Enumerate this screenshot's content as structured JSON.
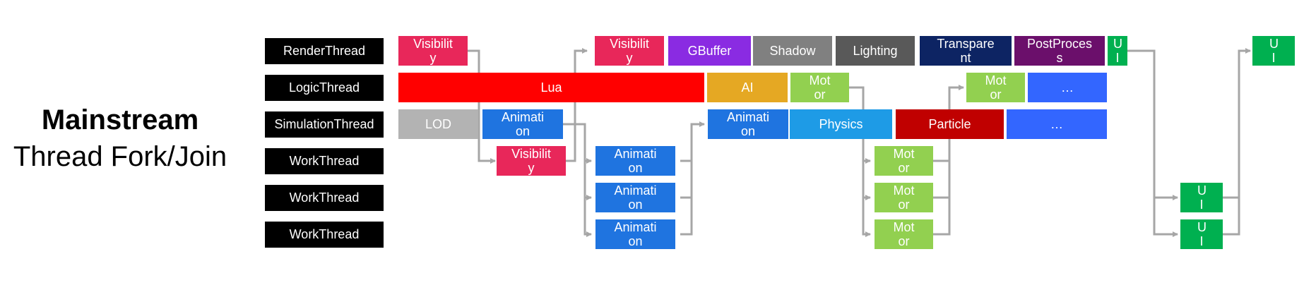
{
  "title": {
    "line1": "Mainstream",
    "line2": "Thread Fork/Join"
  },
  "threads": [
    {
      "id": "render",
      "label": "RenderThread"
    },
    {
      "id": "logic",
      "label": "LogicThread"
    },
    {
      "id": "simulation",
      "label": "SimulationThread"
    },
    {
      "id": "work1",
      "label": "WorkThread"
    },
    {
      "id": "work2",
      "label": "WorkThread"
    },
    {
      "id": "work3",
      "label": "WorkThread"
    }
  ],
  "tasks": {
    "render_visibility": "Visibility",
    "render_visibility2": "Visibility",
    "gbuffer": "GBuffer",
    "shadow": "Shadow",
    "lighting": "Lighting",
    "transparent": "Transparent",
    "postprocess": "PostProcess",
    "render_ui1": "UI",
    "render_ui2": "UI",
    "lua": "Lua",
    "ai": "AI",
    "logic_motor1": "Motor",
    "logic_motor2": "Motor",
    "logic_more": "…",
    "lod": "LOD",
    "sim_animation1": "Animation",
    "sim_animation2": "Animation",
    "physics": "Physics",
    "particle": "Particle",
    "sim_more": "…",
    "work_visibility": "Visibility",
    "work1_animation": "Animation",
    "work2_animation": "Animation",
    "work3_animation": "Animation",
    "work1_motor": "Motor",
    "work2_motor": "Motor",
    "work3_motor": "Motor",
    "work2_ui": "UI",
    "work3_ui": "UI"
  },
  "colors": {
    "visibility": "#e8275a",
    "gbuffer": "#8a2be2",
    "shadow": "#808080",
    "lighting": "#595959",
    "transparent": "#0d2463",
    "postprocess": "#6b0f6b",
    "ui": "#00b050",
    "lua": "#ff0000",
    "ai": "#e5a823",
    "motor": "#92d050",
    "animation": "#1f74e0",
    "physics": "#1e9be6",
    "particle": "#c00000",
    "more": "#3366ff",
    "lod": "#b3b3b3",
    "arrow": "#a6a6a6"
  }
}
